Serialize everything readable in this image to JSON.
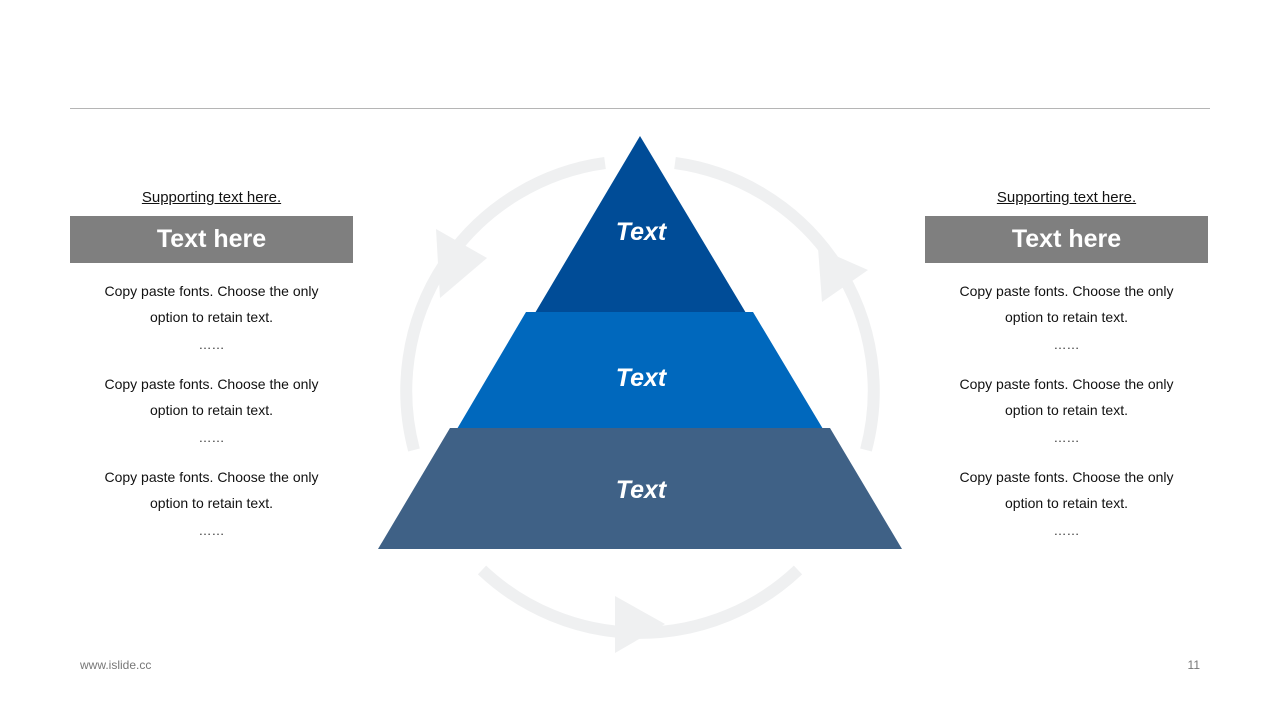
{
  "slide": {
    "page_number": "11",
    "footer_url": "www.islide.cc"
  },
  "left_panel": {
    "supporting_text": "Supporting text here.",
    "header": "Text here",
    "blocks": [
      {
        "line1": "Copy paste fonts. Choose the only",
        "line2": "option to retain text.",
        "dots": "……"
      },
      {
        "line1": "Copy paste fonts. Choose the only",
        "line2": "option to retain text.",
        "dots": "……"
      },
      {
        "line1": "Copy paste fonts. Choose the only",
        "line2": "option to retain text.",
        "dots": "……"
      }
    ]
  },
  "right_panel": {
    "supporting_text": "Supporting text here.",
    "header": "Text here",
    "blocks": [
      {
        "line1": "Copy paste fonts. Choose the only",
        "line2": "option to retain text.",
        "dots": "……"
      },
      {
        "line1": "Copy paste fonts. Choose the only",
        "line2": "option to retain text.",
        "dots": "……"
      },
      {
        "line1": "Copy paste fonts. Choose the only",
        "line2": "option to retain text.",
        "dots": "……"
      }
    ]
  },
  "pyramid": {
    "tiers": [
      {
        "label": "Text",
        "color": "#004c97"
      },
      {
        "label": "Text",
        "color": "#0068bd"
      },
      {
        "label": "Text",
        "color": "#3f6186"
      }
    ],
    "cycle_arrow_color": "#eff0f1"
  },
  "colors": {
    "header_box": "#7f7f7f",
    "rule": "#b5b5b5"
  }
}
